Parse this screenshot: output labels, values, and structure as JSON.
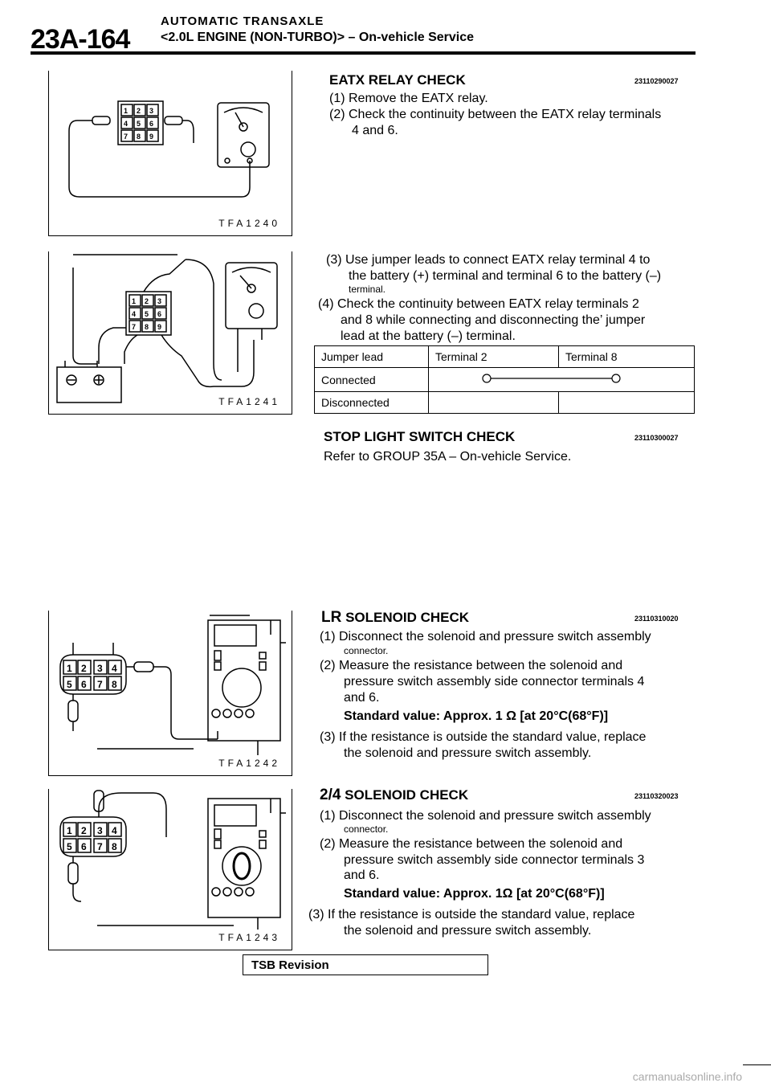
{
  "header": {
    "page_number": "23A-164",
    "chapter": "AUTOMATIC TRANSAXLE",
    "subtitle": "<2.0L ENGINE (NON-TURBO)> – On-vehicle Service"
  },
  "figures": {
    "fig1": "TFA1240",
    "fig2": "TFA1241",
    "fig3": "TFA1242",
    "fig4": "TFA1243"
  },
  "eatx": {
    "title": "EATX RELAY CHECK",
    "code": "23110290027",
    "step1": "(1) Remove the EATX relay.",
    "step2a": "(2) Check the continuity between the EATX relay terminals",
    "step2b": "4 and 6.",
    "step3a": "(3) Use jumper leads to connect EATX relay terminal 4 to",
    "step3b": "the battery (+) terminal and terminal 6 to the battery (–)",
    "step3c": "terminal.",
    "step4a": "(4) Check the continuity between EATX relay terminals 2",
    "step4b": "and 8 while connecting and disconnecting the’ jumper",
    "step4c": "lead at the battery (–) terminal."
  },
  "continuity_table": {
    "headers": [
      "Jumper lead",
      "Terminal 2",
      "Terminal 8"
    ],
    "rows": [
      {
        "label": "Connected",
        "continuity": true
      },
      {
        "label": "Disconnected",
        "continuity": false
      }
    ]
  },
  "stop_light": {
    "title": "STOP LIGHT SWITCH CHECK",
    "code": "23110300027",
    "text": "Refer to GROUP 35A – On-vehicle Service."
  },
  "lr_solenoid": {
    "prefix": "LR",
    "title": "SOLENOID CHECK",
    "code": "23110310020",
    "step1a": "(1) Disconnect the solenoid and pressure switch assembly",
    "step1b": "connector.",
    "step2a": "(2) Measure the resistance between the solenoid and",
    "step2b": "pressure switch assembly side connector terminals 4",
    "step2c": "and 6.",
    "standard": "Standard value: Approx. 1 Ω [at 20°C(68°F)]",
    "step3a": "(3) If the resistance is outside the standard value, replace",
    "step3b": "the solenoid and pressure switch assembly."
  },
  "s24_solenoid": {
    "prefix": "2/4",
    "title": "SOLENOID CHECK",
    "code": "23110320023",
    "step1a": "(1) Disconnect the solenoid and pressure switch assembly",
    "step1b": "connector.",
    "step2a": "(2) Measure the resistance between the solenoid and",
    "step2b": "pressure switch assembly side connector terminals 3",
    "step2c": "and 6.",
    "standard": "Standard value: Approx. 1Ω [at 20°C(68°F)]",
    "step3a": "(3) If the resistance is outside the standard value, replace",
    "step3b": "the solenoid and pressure switch assembly."
  },
  "footer": {
    "tsb": "TSB Revision",
    "watermark": "carmanualsonline.info"
  }
}
